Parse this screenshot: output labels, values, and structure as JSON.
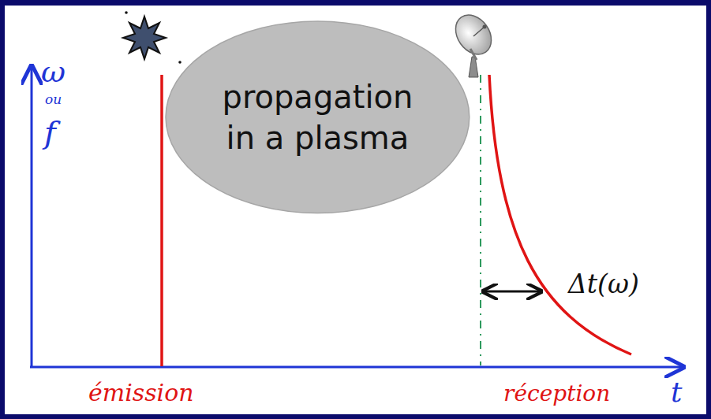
{
  "diagram": {
    "nodes": [
      {
        "text": [
          "propagation in a plasma"
        ]
      }
    ],
    "labels": [
      "ω",
      "ou",
      "f",
      "émission",
      "réception",
      "t",
      "Δt(ω)"
    ]
  }
}
